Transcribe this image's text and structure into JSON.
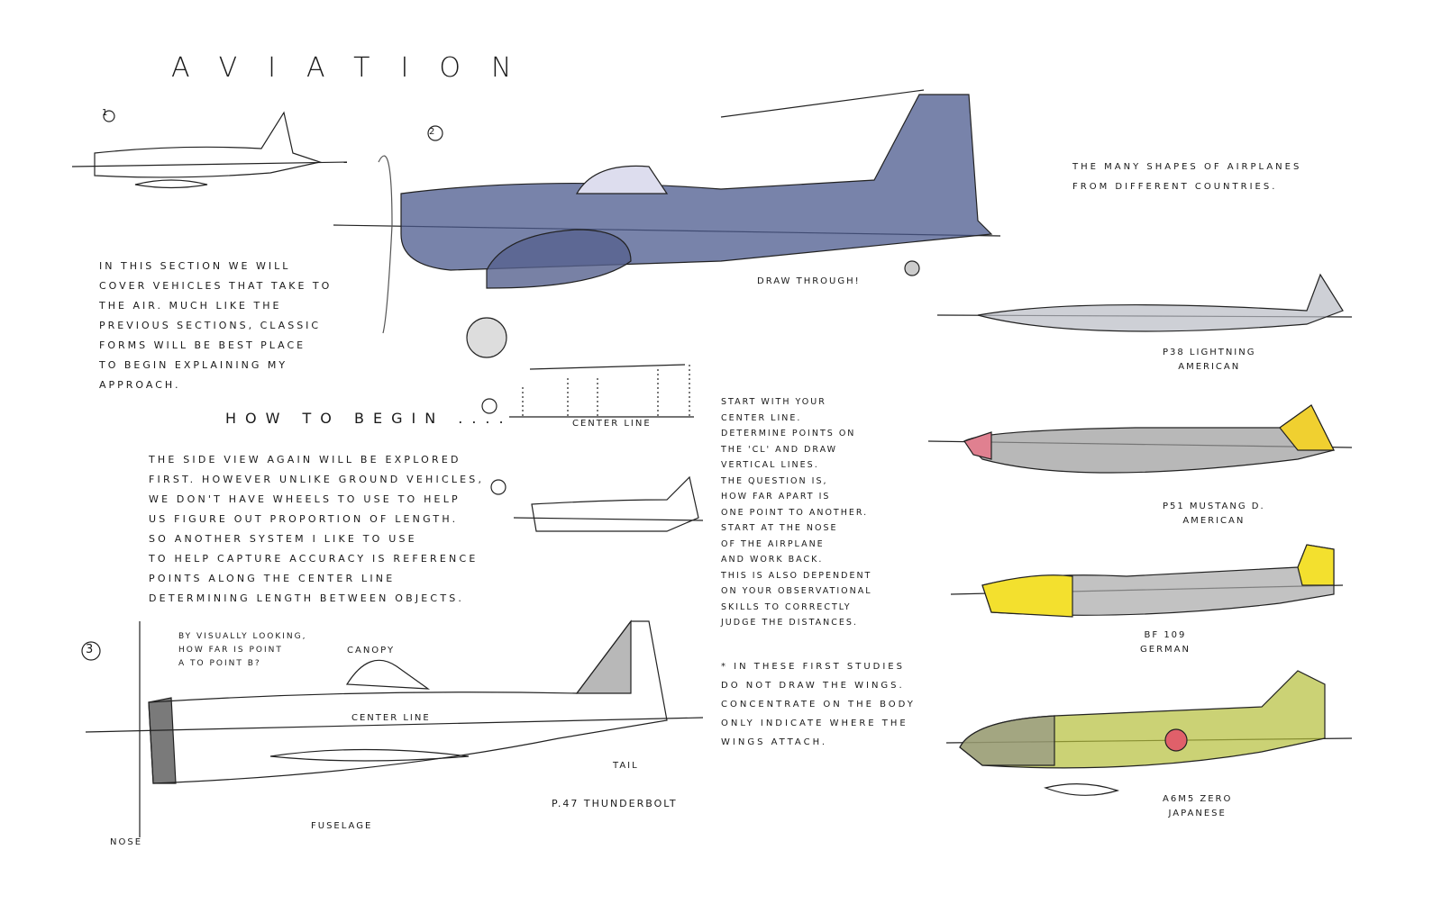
{
  "title": "AVIATION",
  "step_numbers": {
    "one": "1",
    "two": "2",
    "three": "3"
  },
  "intro_text": "IN THIS SECTION WE WILL\nCOVER VEHICLES THAT TAKE TO\nTHE AIR. MUCH LIKE THE\nPREVIOUS SECTIONS, CLASSIC\nFORMS WILL BE BEST PLACE\nTO BEGIN EXPLAINING MY\nAPPROACH.",
  "how_to_begin": "HOW TO BEGIN ....",
  "side_view_text": "THE SIDE VIEW AGAIN WILL BE EXPLORED\nFIRST. HOWEVER UNLIKE GROUND VEHICLES,\nWE DON'T HAVE WHEELS TO USE TO HELP\nUS FIGURE OUT PROPORTION OF LENGTH.\nSO ANOTHER SYSTEM I LIKE TO USE\nTO HELP CAPTURE ACCURACY IS REFERENCE\nPOINTS ALONG THE CENTER LINE\nDETERMINING LENGTH BETWEEN OBJECTS.",
  "start_text": "START WITH YOUR\nCENTER LINE.\nDETERMINE POINTS ON\nTHE 'CL' AND DRAW\nVERTICAL LINES.\nTHE QUESTION IS,\nHOW FAR APART IS\nONE POINT TO ANOTHER.\nSTART AT THE NOSE\nOF THE AIRPLANE\nAND WORK BACK.\nTHIS IS ALSO DEPENDENT\nON YOUR OBSERVATIONAL\nSKILLS TO CORRECTLY\nJUDGE THE DISTANCES.",
  "note_text": "* IN THESE FIRST STUDIES\nDO NOT DRAW THE WINGS.\nCONCENTRATE ON THE BODY\nONLY INDICATE WHERE THE\nWINGS ATTACH.",
  "many_shapes": "THE MANY SHAPES OF AIRPLANES\nFROM DIFFERENT COUNTRIES.",
  "draw_through": "DRAW THROUGH!",
  "center_line_small": "CENTER LINE",
  "visual_question": "BY VISUALLY LOOKING,\nHOW FAR IS POINT\nA TO POINT B?",
  "labels": {
    "canopy": "CANOPY",
    "center_line": "CENTER LINE",
    "tail": "TAIL",
    "p47": "P.47 THUNDERBOLT",
    "fuselage": "FUSELAGE",
    "nose": "NOSE"
  },
  "planes": [
    {
      "name": "P38 LIGHTNING\nAMERICAN",
      "color": "#b9bcc4",
      "accent": "#b9bcc4"
    },
    {
      "name": "P51 MUSTANG D.\nAMERICAN",
      "color": "#9a9a9a",
      "accent": "#f0d030"
    },
    {
      "name": "BF 109\nGERMAN",
      "color": "#a8a8a8",
      "accent": "#f3e02e"
    },
    {
      "name": "A6M5 ZERO\nJAPANESE",
      "color": "#b5bf3a",
      "accent": "#e0606a"
    }
  ],
  "colors": {
    "corsair": "#4b5a8e",
    "ink": "#1a1a1a"
  }
}
